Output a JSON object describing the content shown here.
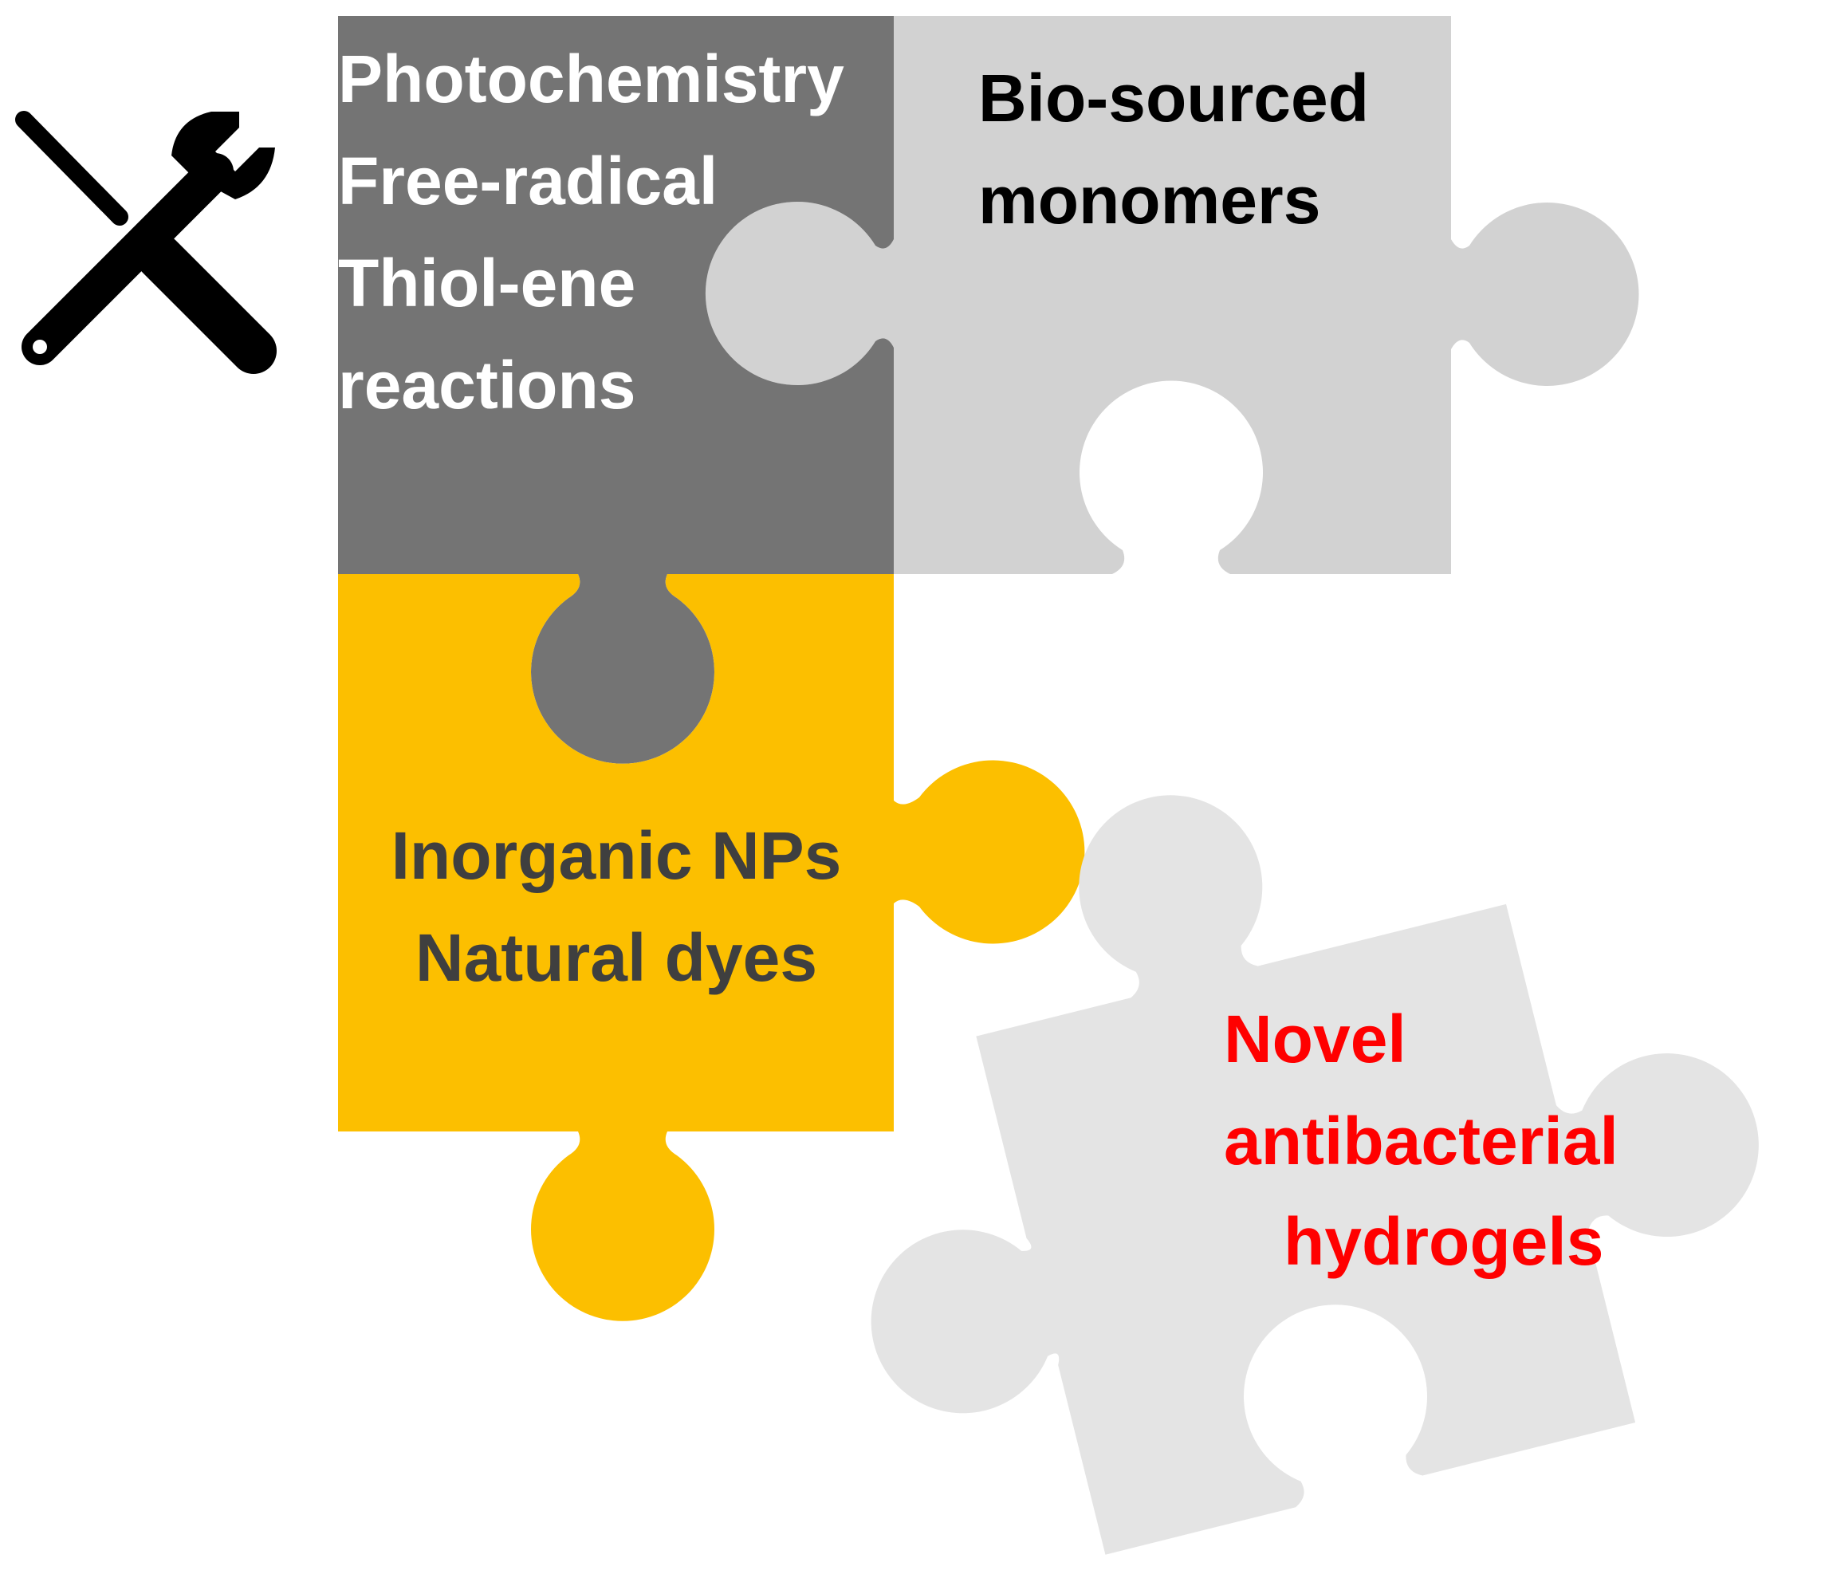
{
  "tools_icon": {
    "icons": [
      "screwdriver-icon",
      "wrench-icon"
    ],
    "color": "#000000"
  },
  "pieces": {
    "methods": {
      "lines": [
        "Photochemistry",
        "Free-radical",
        "Thiol-ene",
        "reactions"
      ],
      "fill": "#747474",
      "text_color": "#ffffff"
    },
    "monomers": {
      "lines": [
        "Bio-sourced",
        "monomers"
      ],
      "fill": "#d2d2d2",
      "text_color": "#000000"
    },
    "additives": {
      "lines": [
        "Inorganic NPs",
        "Natural dyes"
      ],
      "fill": "#fcbf00",
      "text_color": "#3f3f3f"
    },
    "result": {
      "lines": [
        "Novel",
        "antibacterial",
        "hydrogels"
      ],
      "fill": "#e4e4e4",
      "text_color": "#ff0000"
    }
  }
}
